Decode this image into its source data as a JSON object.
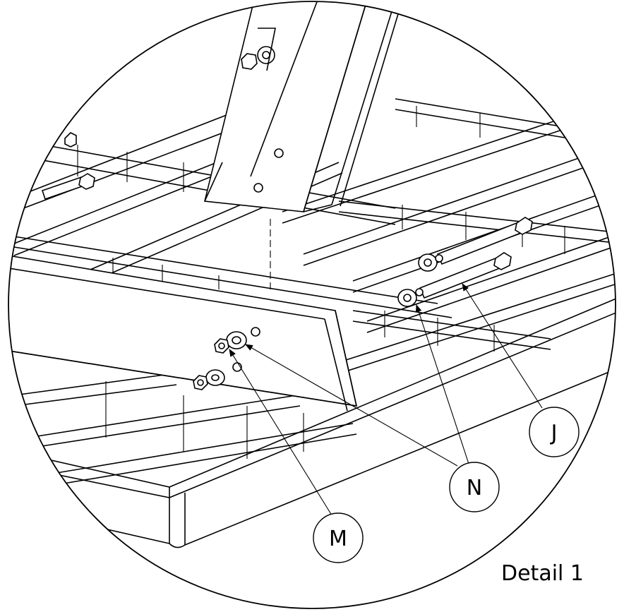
{
  "detail_label": "Detail 1",
  "callouts": {
    "j": "J",
    "n": "N",
    "m": "M"
  }
}
